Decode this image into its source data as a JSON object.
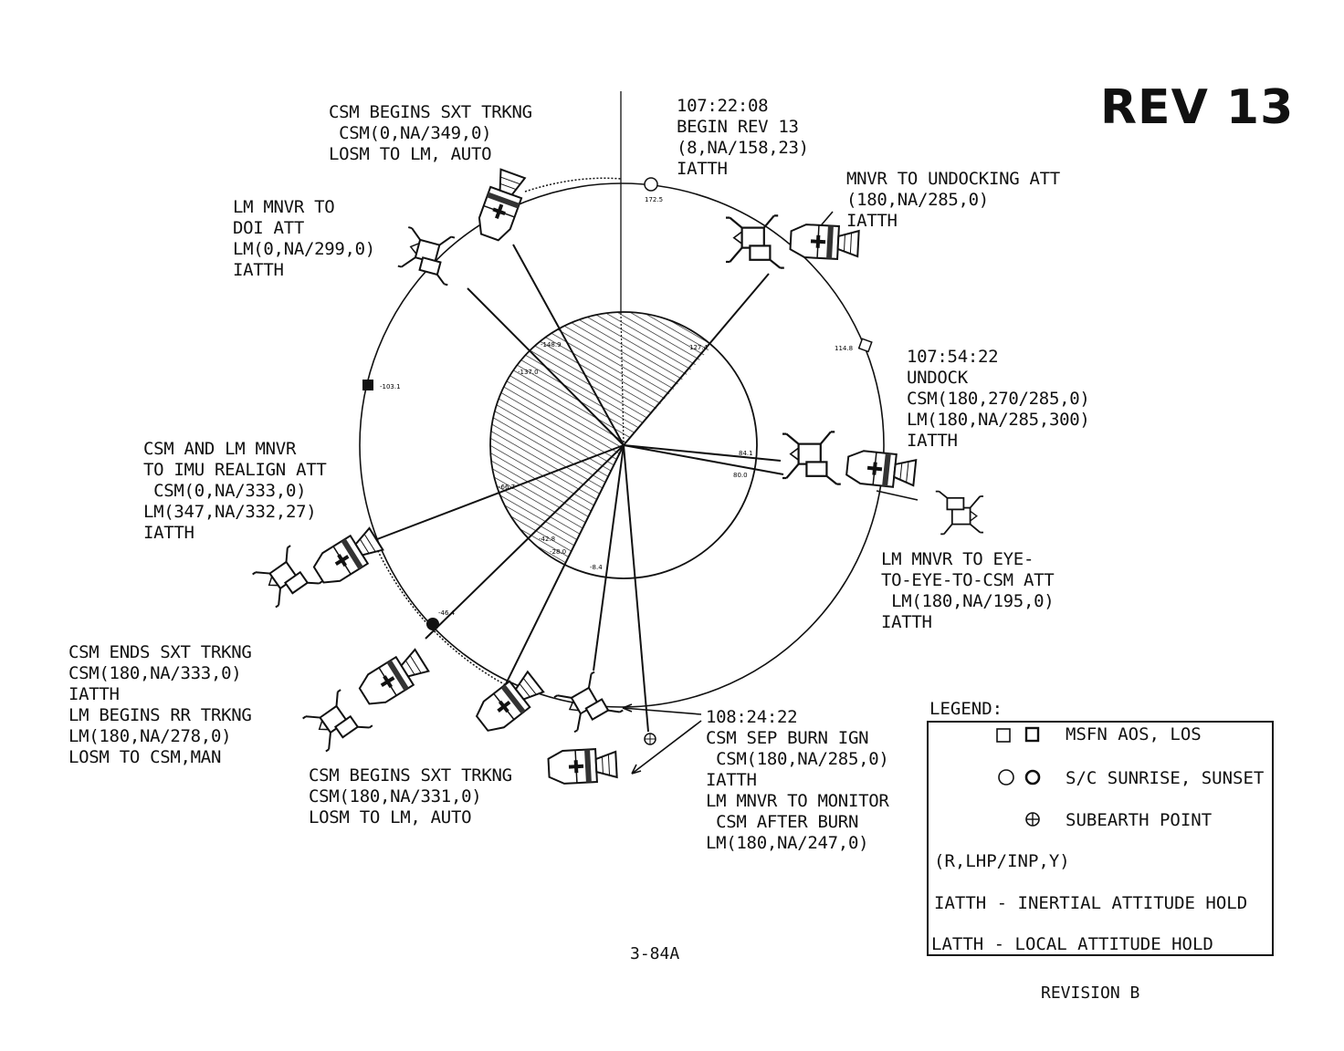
{
  "title": "REV 13",
  "page_number": "3-84A",
  "revision": "REVISION B",
  "annotations": {
    "csm_begins_sxt_top": [
      "CSM BEGINS SXT TRKNG",
      " CSM(0,NA/349,0)",
      "LOSM TO LM, AUTO"
    ],
    "begin_rev": [
      "107:22:08",
      "BEGIN REV 13",
      "(8,NA/158,23)",
      "IATTH"
    ],
    "lm_mnvr_doi": [
      "LM MNVR TO",
      "DOI ATT",
      "LM(0,NA/299,0)",
      "IATTH"
    ],
    "mnvr_undocking": [
      "MNVR TO UNDOCKING ATT",
      "(180,NA/285,0)",
      "IATTH"
    ],
    "undock": [
      "107:54:22",
      "UNDOCK",
      "CSM(180,270/285,0)",
      "LM(180,NA/285,300)",
      "IATTH"
    ],
    "imu_realign": [
      "CSM AND LM MNVR",
      "TO IMU REALIGN ATT",
      " CSM(0,NA/333,0)",
      "LM(347,NA/332,27)",
      "IATTH"
    ],
    "eye_to_eye": [
      "LM MNVR TO EYE-",
      "TO-EYE-TO-CSM ATT",
      " LM(180,NA/195,0)",
      "IATTH"
    ],
    "csm_ends_sxt": [
      "CSM ENDS SXT TRKNG",
      "CSM(180,NA/333,0)",
      "IATTH",
      "LM BEGINS RR TRKNG",
      "LM(180,NA/278,0)",
      "LOSM TO CSM,MAN"
    ],
    "csm_begins_sxt_bottom": [
      "CSM BEGINS SXT TRKNG",
      "CSM(180,NA/331,0)",
      "LOSM TO LM, AUTO"
    ],
    "sep_burn": [
      "108:24:22",
      "CSM SEP BURN IGN",
      " CSM(180,NA/285,0)",
      "IATTH",
      "LM MNVR TO MONITOR",
      " CSM AFTER BURN",
      "LM(180,NA/247,0)"
    ]
  },
  "orbit_markers": {
    "sunrise": "172.5",
    "msfn_aos": "114.8",
    "msfn_los": "-103.1",
    "sunset": "-46.4"
  },
  "moon_labels": {
    "a": "127.4",
    "b": "-148.9",
    "c": "-137.0",
    "d": "-66.7",
    "e": "-42.8",
    "f": "-28.0",
    "g": "-8.4",
    "h": "84.1",
    "i": "80.0"
  },
  "legend": {
    "title": "LEGEND:",
    "msfn": "MSFN AOS, LOS",
    "sunrise_sunset": "S/C SUNRISE, SUNSET",
    "subearth": "SUBEARTH POINT",
    "attitude_format": "(R,LHP/INP,Y)",
    "iatth": "IATTH - INERTIAL ATTITUDE HOLD",
    "latth": "LATTH - LOCAL ATTITUDE HOLD"
  }
}
